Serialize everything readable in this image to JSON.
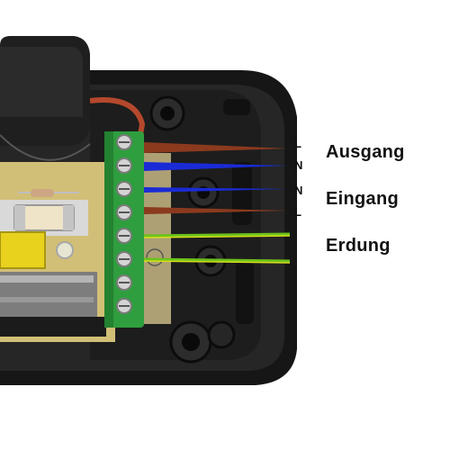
{
  "labels": {
    "output": {
      "name": "Ausgang",
      "wire_top": "L",
      "wire_bottom": "N"
    },
    "input": {
      "name": "Eingang",
      "wire_top": "N",
      "wire_bottom": "L"
    },
    "ground": {
      "name": "Erdung"
    }
  },
  "colors": {
    "phase": "#8b3a1e",
    "neutral": "#1a2bd6",
    "earth_green": "#6cc21c",
    "earth_yellow": "#d7e01a",
    "housing": "#161616",
    "terminal": "#2f9e3e"
  }
}
